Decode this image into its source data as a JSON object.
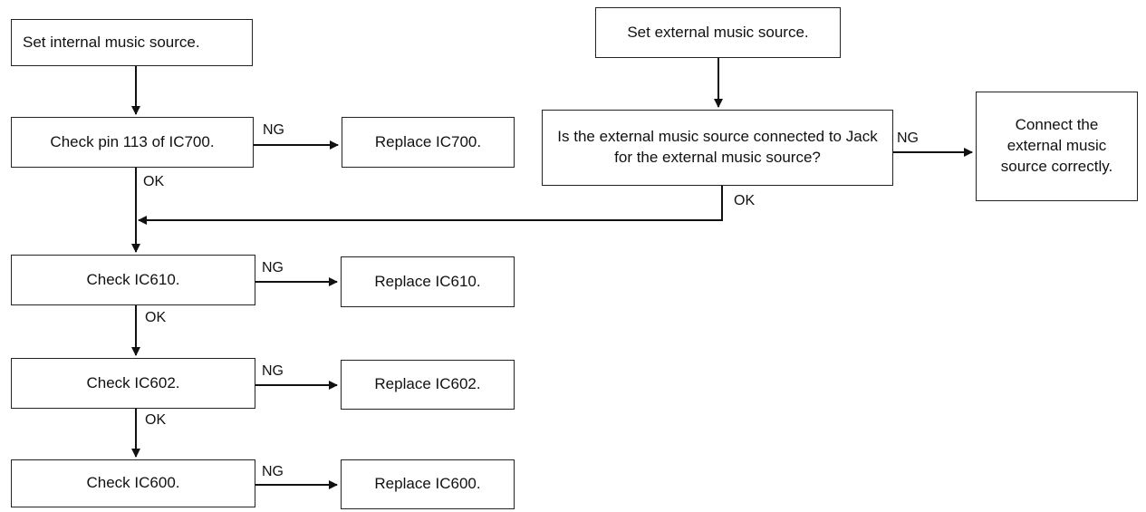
{
  "boxes": {
    "set_internal": "Set internal music source.",
    "set_external": "Set external music source.",
    "check_pin113": "Check pin 113 of IC700.",
    "replace_ic700": "Replace IC700.",
    "is_external_connected": "Is the external music source connected to Jack for the external music source?",
    "connect_correctly": "Connect the external music source correctly.",
    "check_ic610": "Check IC610.",
    "replace_ic610": "Replace IC610.",
    "check_ic602": "Check IC602.",
    "replace_ic602": "Replace IC602.",
    "check_ic600": "Check IC600.",
    "replace_ic600": "Replace IC600."
  },
  "labels": {
    "ng": "NG",
    "ok": "OK"
  }
}
